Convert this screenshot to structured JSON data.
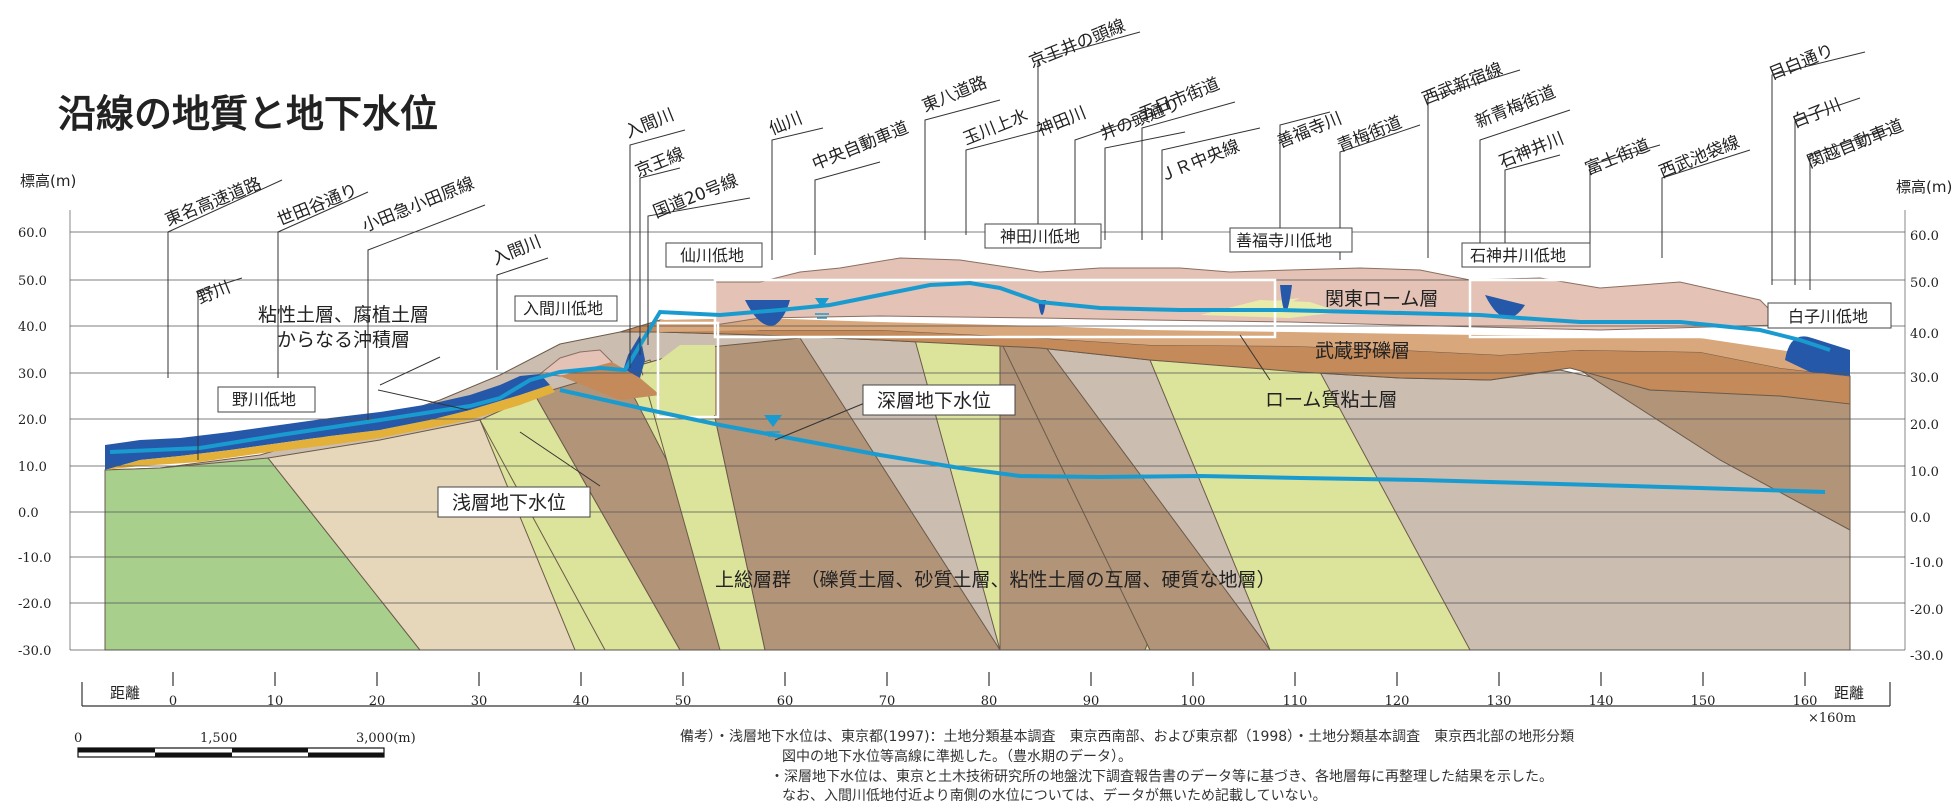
{
  "title": "沿線の地質と地下水位",
  "axis": {
    "y_label_left": "標高(m)",
    "y_label_right": "標高(m)",
    "y_ticks": [
      "60.0",
      "50.0",
      "40.0",
      "30.0",
      "20.0",
      "10.0",
      "0.0",
      "-10.0",
      "-20.0",
      "-30.0"
    ],
    "x_label_left": "距離",
    "x_label_right": "距離",
    "x_unit": "×160m",
    "x_ticks": [
      "0",
      "10",
      "20",
      "30",
      "40",
      "50",
      "60",
      "70",
      "80",
      "90",
      "100",
      "110",
      "120",
      "130",
      "140",
      "150",
      "160"
    ]
  },
  "scale_bar": {
    "labels": [
      "0",
      "1,500",
      "3,000(m)"
    ]
  },
  "landmarks": [
    "東名高速道路",
    "野川",
    "世田谷通り",
    "小田急小田原線",
    "入間川",
    "入間川",
    "京王線",
    "国道20号線",
    "仙川",
    "中央自動車道",
    "東八道路",
    "玉川上水",
    "京王井の頭線",
    "神田川",
    "井の頭通り",
    "五日市街道",
    "ＪＲ中央線",
    "善福寺川",
    "青梅街道",
    "西武新宿線",
    "新青梅街道",
    "石神井川",
    "富士街道",
    "西武池袋線",
    "目白通り",
    "白子川",
    "関越自動車道"
  ],
  "lowlands": [
    "野川低地",
    "入間川低地",
    "仙川低地",
    "神田川低地",
    "善福寺川低地",
    "石神井川低地",
    "白子川低地"
  ],
  "layers": {
    "alluvium": "粘性土層、腐植土層",
    "alluvium2": "からなる沖積層",
    "kanto_loam": "関東ローム層",
    "musashino_gravel": "武蔵野礫層",
    "loam_clay": "ローム質粘土層",
    "kazusa": "上総層群　（礫質土層、砂質土層、粘性土層の互層、硬質な地層）"
  },
  "groundwater": {
    "deep": "深層地下水位",
    "shallow": "浅層地下水位"
  },
  "notes": [
    "備考）・浅層地下水位は、東京都(1997)：土地分類基本調査　東京西南部、および東京都（1998）・土地分類基本調査　東京西北部の地形分類",
    "図中の地下水位等高線に準拠した。（豊水期のデータ）。",
    "・深層地下水位は、東京と土木技術研究所の地盤沈下調査報告書のデータ等に基づき、各地層毎に再整理した結果を示した。",
    "なお、入間川低地付近より南側の水位については、データが無いため記載していない。"
  ],
  "colors": {
    "water": "#1a9bd0",
    "loam": "#e4c2b5",
    "gravel": "#c48a5a",
    "kazusa_brown": "#b29478",
    "kazusa_tan": "#e6d6ba",
    "kazusa_yellow": "#dce39a",
    "kazusa_grey": "#cbbdb0",
    "green": "#a9cf8d",
    "alluvium_blue": "#2558a8",
    "sand_yellow": "#e3b03a"
  }
}
